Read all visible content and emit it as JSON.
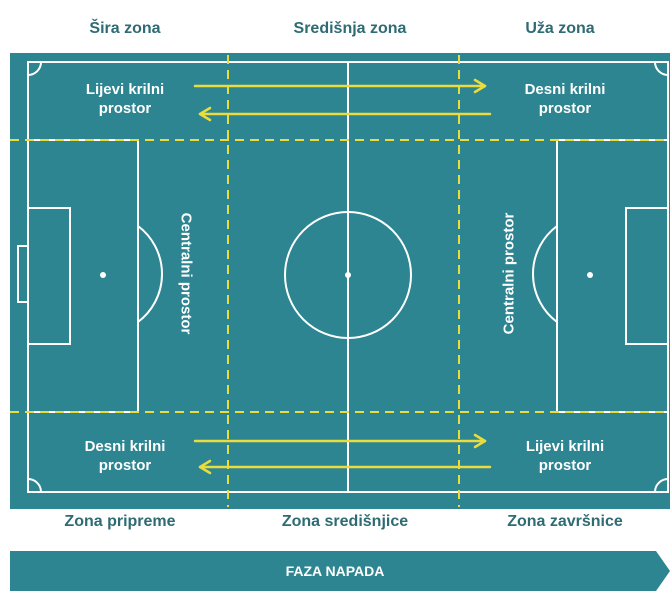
{
  "top_labels": {
    "wide_zone": "Šira zona",
    "central_zone": "Središnja zona",
    "narrow_zone": "Uža zona"
  },
  "field_labels": {
    "left_wing_top": [
      "Lijevi krilni",
      "prostor"
    ],
    "right_wing_top": [
      "Desni krilni",
      "prostor"
    ],
    "right_wing_bottom": [
      "Desni krilni",
      "prostor"
    ],
    "left_wing_bottom": [
      "Lijevi krilni",
      "prostor"
    ],
    "central_left": "Centralni prostor",
    "central_right": "Centralni prostor"
  },
  "bottom_labels": {
    "preparation_zone": "Zona pripreme",
    "midfield_zone": "Zona središnjice",
    "finishing_zone": "Zona završnice"
  },
  "phase": {
    "label": "FAZA NAPADA"
  },
  "colors": {
    "field": "#2c8590",
    "lines": "#ffffff",
    "zone_dashes": "#e9dc3c",
    "arrows": "#e9dc3c",
    "text_dark": "#2e6b73",
    "phase_bar": "#2c8590"
  }
}
